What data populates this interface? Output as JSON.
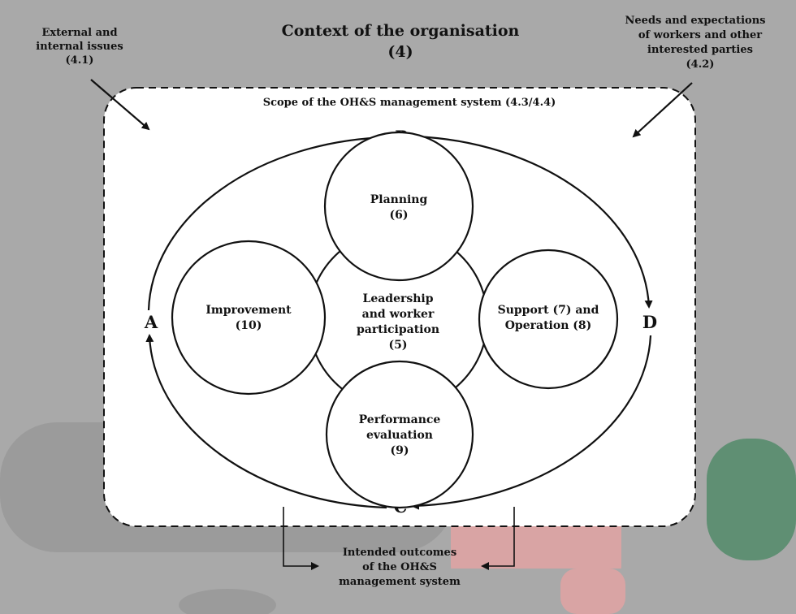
{
  "title": {
    "line1": "Context of the organisation",
    "line2": "(4)"
  },
  "external_issues": {
    "line1": "External and",
    "line2": "internal issues",
    "line3": "(4.1)"
  },
  "interested_parties": {
    "line1": "Needs and expectations",
    "line2": "of workers and other",
    "line3": "interested parties",
    "line4": "(4.2)"
  },
  "scope_label": "Scope of the OH&S management system (4.3/4.4)",
  "pdca": {
    "p": "P",
    "d": "D",
    "c": "C",
    "a": "A"
  },
  "nodes": {
    "planning": {
      "line1": "Planning",
      "line2": "(6)"
    },
    "support": {
      "line1": "Support (7) and",
      "line2": "Operation (8)"
    },
    "performance": {
      "line1": "Performance",
      "line2": "evaluation",
      "line3": "(9)"
    },
    "improvement": {
      "line1": "Improvement",
      "line2": "(10)"
    },
    "leadership": {
      "line1": "Leadership",
      "line2": "and worker",
      "line3": "participation",
      "line4": "(5)"
    }
  },
  "outcomes": {
    "line1": "Intended outcomes",
    "line2": "of the OH&S",
    "line3": "management system"
  },
  "colors": {
    "background": "#a9a9a9",
    "box_fill": "#ffffff",
    "stroke": "#111111",
    "watermark_dark": "#9b9b9b",
    "watermark_red": "#d9a4a4",
    "watermark_green": "#5f8f73"
  }
}
